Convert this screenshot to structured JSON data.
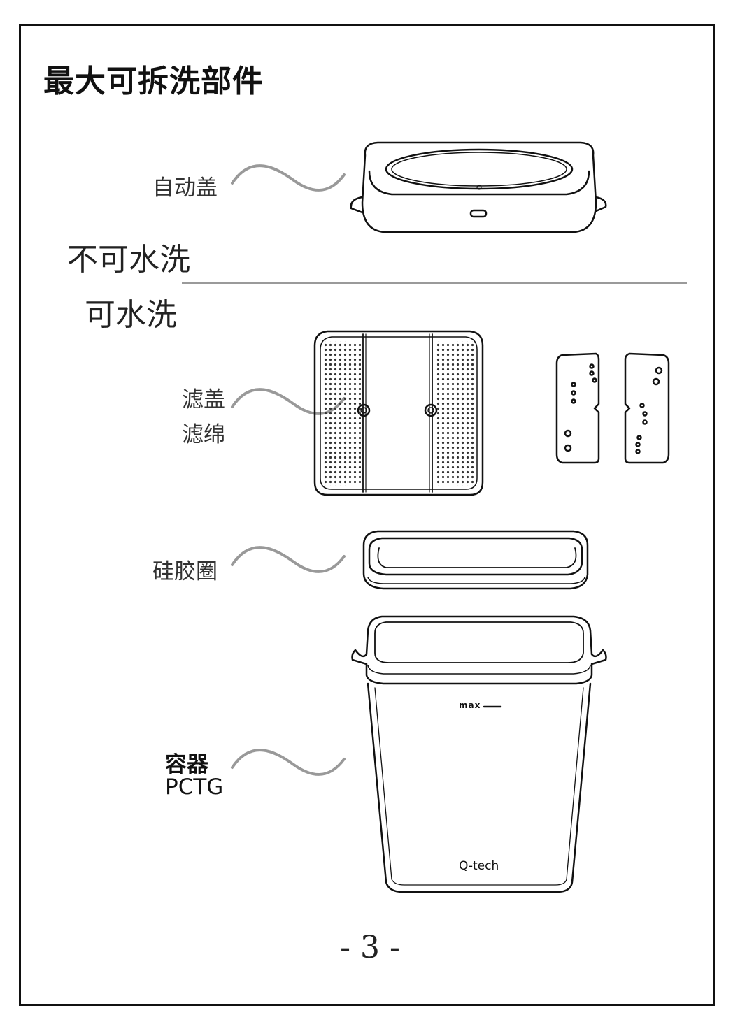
{
  "page": {
    "title": "最大可拆洗部件",
    "page_number": "- 3 -"
  },
  "sections": {
    "not_washable": "不可水洗",
    "washable": "可水洗"
  },
  "parts": {
    "auto_lid": "自动盖",
    "filter_cover": "滤盖",
    "filter_sponge": "滤绵",
    "silicone_ring": "硅胶圈",
    "container": "容器",
    "container_material": "PCTG"
  },
  "product_marks": {
    "max_line": "max",
    "brand": "Q-tech"
  }
}
